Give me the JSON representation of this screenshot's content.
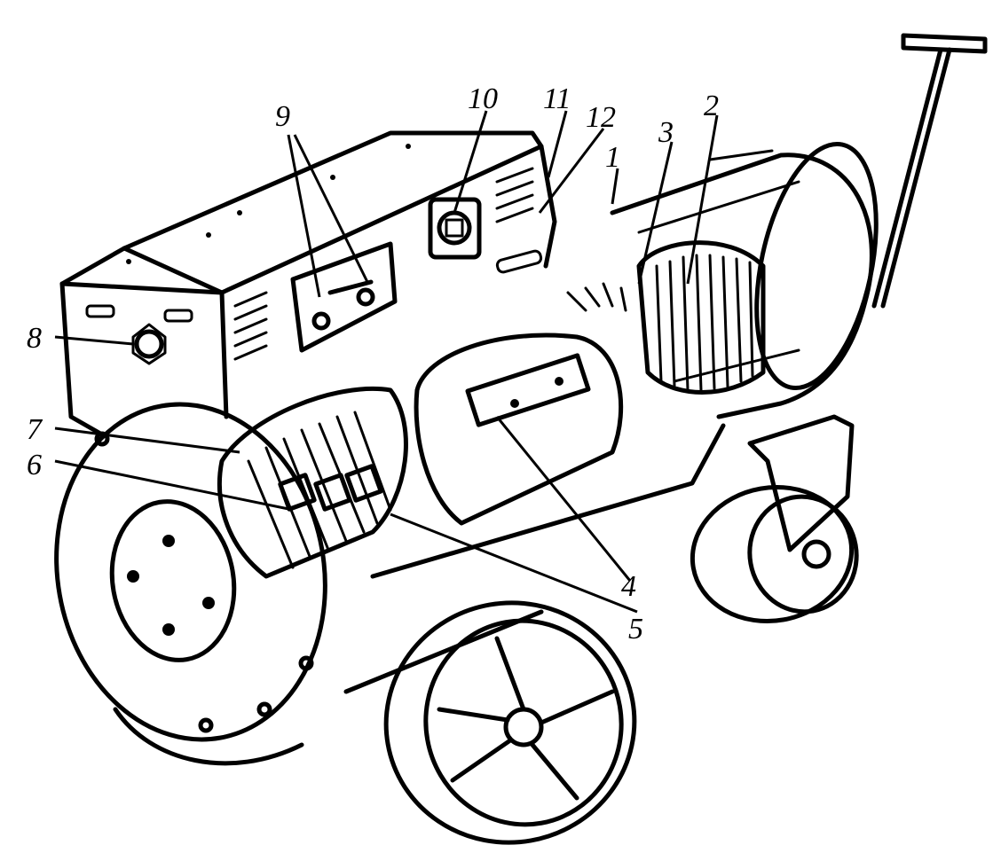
{
  "figure": {
    "callouts": [
      "1",
      "2",
      "3",
      "4",
      "5",
      "6",
      "7",
      "8",
      "9",
      "10",
      "11",
      "12"
    ]
  }
}
